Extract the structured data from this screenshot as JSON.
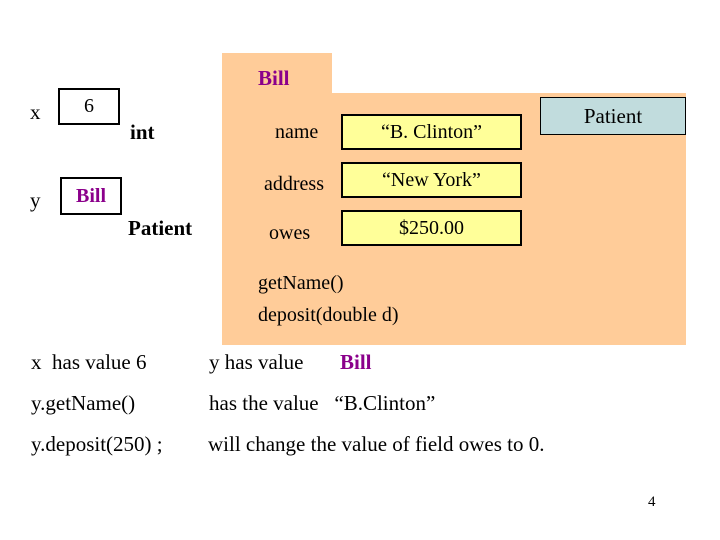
{
  "colors": {
    "folder": "#FFCC99",
    "field_box": "#FFFF99",
    "type_box": "#C1DCDD",
    "accent_purple": "#8B008B",
    "background": "#FFFFFF"
  },
  "variables": {
    "x": {
      "name": "x",
      "value": "6",
      "type": "int"
    },
    "y": {
      "name": "y",
      "value": "Bill",
      "type": "Patient"
    }
  },
  "object": {
    "tab_label": "Bill",
    "type_label": "Patient",
    "fields": [
      {
        "label": "name",
        "value": "“B. Clinton”"
      },
      {
        "label": "address",
        "value": "“New York”"
      },
      {
        "label": "owes",
        "value": "$250.00"
      }
    ],
    "methods": [
      "getName()",
      "deposit(double d)"
    ]
  },
  "notes": [
    {
      "left": "x  has value 6",
      "right": "y has value",
      "highlight": "Bill"
    },
    {
      "left": "y.getName()",
      "right": "has the value   “B.Clinton”"
    },
    {
      "left": "y.deposit(250) ;",
      "right": "will change the value of field owes to 0."
    }
  ],
  "page": {
    "number": "4"
  }
}
